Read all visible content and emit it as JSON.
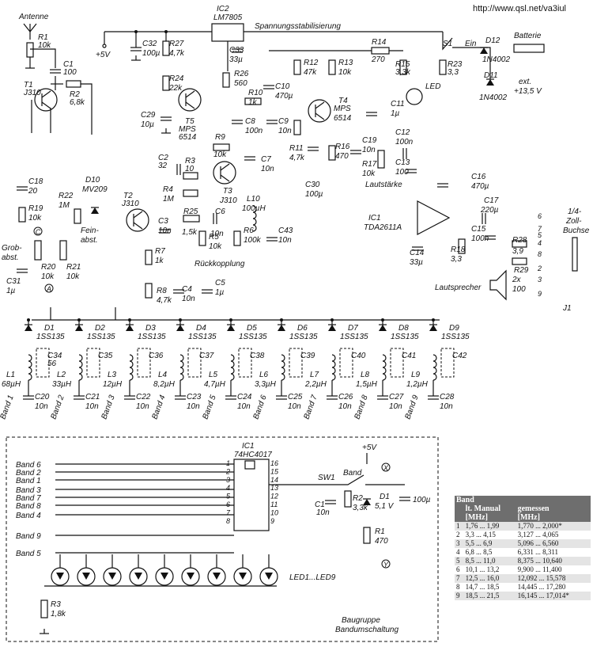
{
  "source_url": "http://www.qsl.net/va3iul",
  "labels": {
    "antenne": "Antenne",
    "spannung": "Spannungsstabilisierung",
    "plus5v": "+5V",
    "batterie": "Batterie",
    "ext": "ext.",
    "ext_v": "+13,5 V",
    "s1": "S1",
    "ein": "Ein",
    "led": "LED",
    "lautstaerke": "Lautstärke",
    "rueckkopplung": "Rückkopplung",
    "grobabst": "Grob-",
    "grobabst2": "abst.",
    "feinabst": "Fein-",
    "feinabst2": "abst.",
    "lautsprecher": "Lautsprecher",
    "buchse1": "1/4-",
    "buchse2": "Zoll-",
    "buchse3": "Buchse",
    "j1": "J1",
    "c_marker": "C",
    "a_marker": "A",
    "x_marker": "X",
    "y_marker": "Y",
    "baugruppe1": "Baugruppe",
    "baugruppe2": "Bandumschaltung",
    "led_range": "LED1...LED9",
    "sw1": "SW1",
    "band_sw": "Band",
    "plus5v_b": "+5V"
  },
  "components": {
    "R1": [
      "R1",
      "10k"
    ],
    "C1": [
      "C1",
      "100"
    ],
    "T1": [
      "T1",
      "J310"
    ],
    "R2": [
      "R2",
      "6,8k"
    ],
    "IC2": [
      "IC2",
      "LM7805"
    ],
    "C32": [
      "C32",
      "100µ"
    ],
    "R27": [
      "R27",
      "4,7k"
    ],
    "C33": [
      "C33",
      "33µ"
    ],
    "R24": [
      "R24",
      "22k"
    ],
    "R26": [
      "R26",
      "560"
    ],
    "C29": [
      "C29",
      "10µ"
    ],
    "T5": [
      "T5",
      "MPS",
      "6514"
    ],
    "R14": [
      "R14",
      "270"
    ],
    "R12": [
      "R12",
      "47k"
    ],
    "R13": [
      "R13",
      "10k"
    ],
    "R15": [
      "R15",
      "3,3k"
    ],
    "R23": [
      "R23",
      "3,3"
    ],
    "C10": [
      "C10",
      "470µ"
    ],
    "R10": [
      "R10",
      "1k"
    ],
    "T4": [
      "T4",
      "MPS",
      "6514"
    ],
    "C11": [
      "C11",
      "1µ"
    ],
    "C8": [
      "C8",
      "100n"
    ],
    "C9": [
      "C9",
      "10n"
    ],
    "R9": [
      "R9",
      "10k"
    ],
    "C7": [
      "C7",
      "10n"
    ],
    "R11": [
      "R11",
      "4,7k"
    ],
    "R16": [
      "R16",
      "470"
    ],
    "C19": [
      "C19",
      "10n"
    ],
    "R17": [
      "R17",
      "10k"
    ],
    "C12": [
      "C12",
      "100n"
    ],
    "C13": [
      "C13",
      "100"
    ],
    "C30": [
      "C30",
      "100µ"
    ],
    "C2": [
      "C2",
      "32"
    ],
    "R3": [
      "R3",
      "10"
    ],
    "R4": [
      "R4",
      "1M"
    ],
    "T3": [
      "T3",
      "J310"
    ],
    "C18": [
      "C18",
      "20"
    ],
    "D10": [
      "D10",
      "MV209"
    ],
    "R19": [
      "R19",
      "10k"
    ],
    "R22": [
      "R22",
      "1M"
    ],
    "T2": [
      "T2",
      "J310"
    ],
    "C3": [
      "C3",
      "10n"
    ],
    "R25": [
      "R25",
      "1,5k"
    ],
    "C6": [
      "C6",
      "10n"
    ],
    "L10": [
      "L10",
      "100µH"
    ],
    "R5": [
      "R5",
      "10k"
    ],
    "R6": [
      "R6",
      "100k"
    ],
    "C43": [
      "C43",
      "10n"
    ],
    "R7": [
      "R7",
      "1k"
    ],
    "R8": [
      "R8",
      "4,7k"
    ],
    "C4": [
      "C4",
      "10n"
    ],
    "C5": [
      "C5",
      "1µ"
    ],
    "R20": [
      "R20",
      "10k"
    ],
    "R21": [
      "R21",
      "10k"
    ],
    "C31": [
      "C31",
      "1µ"
    ],
    "C16": [
      "C16",
      "470µ"
    ],
    "C17": [
      "C17",
      "220µ"
    ],
    "IC1": [
      "IC1",
      "TDA2611A"
    ],
    "C14": [
      "C14",
      "33µ"
    ],
    "R18": [
      "R18",
      "3,3"
    ],
    "C15": [
      "C15",
      "100n"
    ],
    "R28": [
      "R28",
      "3,9"
    ],
    "R29": [
      "R29",
      "2x",
      "100"
    ],
    "D12": [
      "D12",
      "1N4002"
    ],
    "D11": [
      "D11",
      "1N4002"
    ],
    "IC1b": [
      "IC1",
      "74HC4017"
    ],
    "C1b": [
      "C1",
      "10n"
    ],
    "R2b": [
      "R2",
      "3,3k"
    ],
    "D1b": [
      "D1",
      "5,1 V"
    ],
    "R1b": [
      "R1",
      "470"
    ],
    "R3b": [
      "R3",
      "1,8k"
    ],
    "C100u": [
      "100µ"
    ]
  },
  "bands": [
    {
      "d": "D1",
      "dt": "1SS135",
      "c": "C34",
      "cv": "56",
      "l": "L1",
      "lv": "68µH",
      "cb": "C20",
      "cbv": "10n",
      "band": "Band 1"
    },
    {
      "d": "D2",
      "dt": "1SS135",
      "c": "C35",
      "cv": "",
      "l": "L2",
      "lv": "33µH",
      "cb": "C21",
      "cbv": "10n",
      "band": "Band 2"
    },
    {
      "d": "D3",
      "dt": "1SS135",
      "c": "C36",
      "cv": "",
      "l": "L3",
      "lv": "12µH",
      "cb": "C22",
      "cbv": "10n",
      "band": "Band 3"
    },
    {
      "d": "D4",
      "dt": "1SS135",
      "c": "C37",
      "cv": "",
      "l": "L4",
      "lv": "8,2µH",
      "cb": "C23",
      "cbv": "10n",
      "band": "Band 4"
    },
    {
      "d": "D5",
      "dt": "1SS135",
      "c": "C38",
      "cv": "",
      "l": "L5",
      "lv": "4,7µH",
      "cb": "C24",
      "cbv": "10n",
      "band": "Band 5"
    },
    {
      "d": "D6",
      "dt": "1SS135",
      "c": "C39",
      "cv": "",
      "l": "L6",
      "lv": "3,3µH",
      "cb": "C25",
      "cbv": "10n",
      "band": "Band 6"
    },
    {
      "d": "D7",
      "dt": "1SS135",
      "c": "C40",
      "cv": "",
      "l": "L7",
      "lv": "2,2µH",
      "cb": "C26",
      "cbv": "10n",
      "band": "Band 7"
    },
    {
      "d": "D8",
      "dt": "1SS135",
      "c": "C41",
      "cv": "",
      "l": "L8",
      "lv": "1,5µH",
      "cb": "C27",
      "cbv": "10n",
      "band": "Band 8"
    },
    {
      "d": "D9",
      "dt": "1SS135",
      "c": "C42",
      "cv": "",
      "l": "L9",
      "lv": "1,2µH",
      "cb": "C28",
      "cbv": "10n",
      "band": "Band 9"
    }
  ],
  "ic_pins_left": [
    "1",
    "2",
    "3",
    "4",
    "5",
    "6",
    "7",
    "8"
  ],
  "ic_pins_right": [
    "16",
    "15",
    "14",
    "13",
    "12",
    "11",
    "10",
    "9"
  ],
  "band_inputs": [
    "Band 6",
    "Band 2",
    "Band 1",
    "Band 3",
    "Band 7",
    "Band 8",
    "Band 4",
    "Band 9",
    "Band 5"
  ],
  "jack_pins": [
    "6",
    "7",
    "8",
    "4",
    "3",
    "2",
    "9",
    "5"
  ],
  "table": {
    "header": [
      "Band",
      "lt. Manual",
      "gemessen"
    ],
    "units": [
      "",
      "[MHz]",
      "[MHz]"
    ],
    "rows": [
      [
        "1",
        "1,76 ... 1,99",
        "1,770 ... 2,000*"
      ],
      [
        "2",
        "3,3 ... 4,15",
        "3,127 ... 4,065"
      ],
      [
        "3",
        "5,5 ... 6,9",
        "5,096 ... 6,560"
      ],
      [
        "4",
        "6,8 ... 8,5",
        "6,331 ... 8,311"
      ],
      [
        "5",
        "8,5 ... 11,0",
        "8,375 ... 10,640"
      ],
      [
        "6",
        "10,1 ... 13,2",
        "9,900 ... 11,400"
      ],
      [
        "7",
        "12,5 ... 16,0",
        "12,092 ... 15,578"
      ],
      [
        "8",
        "14,7 ... 18,5",
        "14,445 ... 17,280"
      ],
      [
        "9",
        "18,5 ... 21,5",
        "16,145 ... 17,014*"
      ]
    ]
  }
}
